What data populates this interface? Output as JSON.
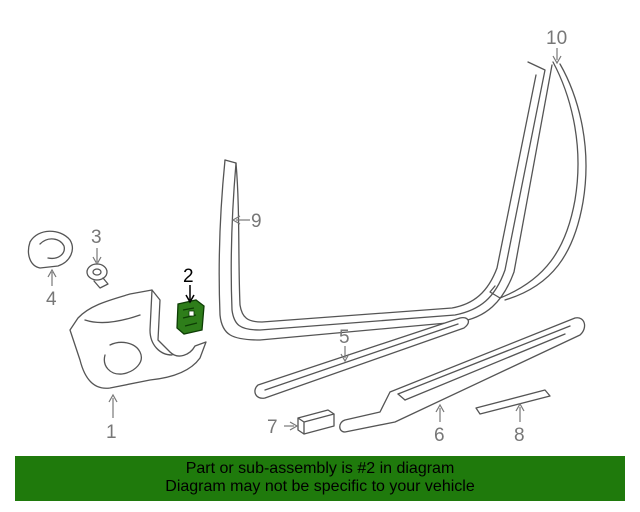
{
  "diagram": {
    "callouts": [
      "1",
      "2",
      "3",
      "4",
      "5",
      "6",
      "7",
      "8",
      "9",
      "10"
    ],
    "highlight_color": "#2e7d1a"
  },
  "footer": {
    "line1": "Part or sub-assembly is #2 in diagram",
    "line2": "Diagram may not be specific to your vehicle",
    "background": "#1f7a0c"
  }
}
